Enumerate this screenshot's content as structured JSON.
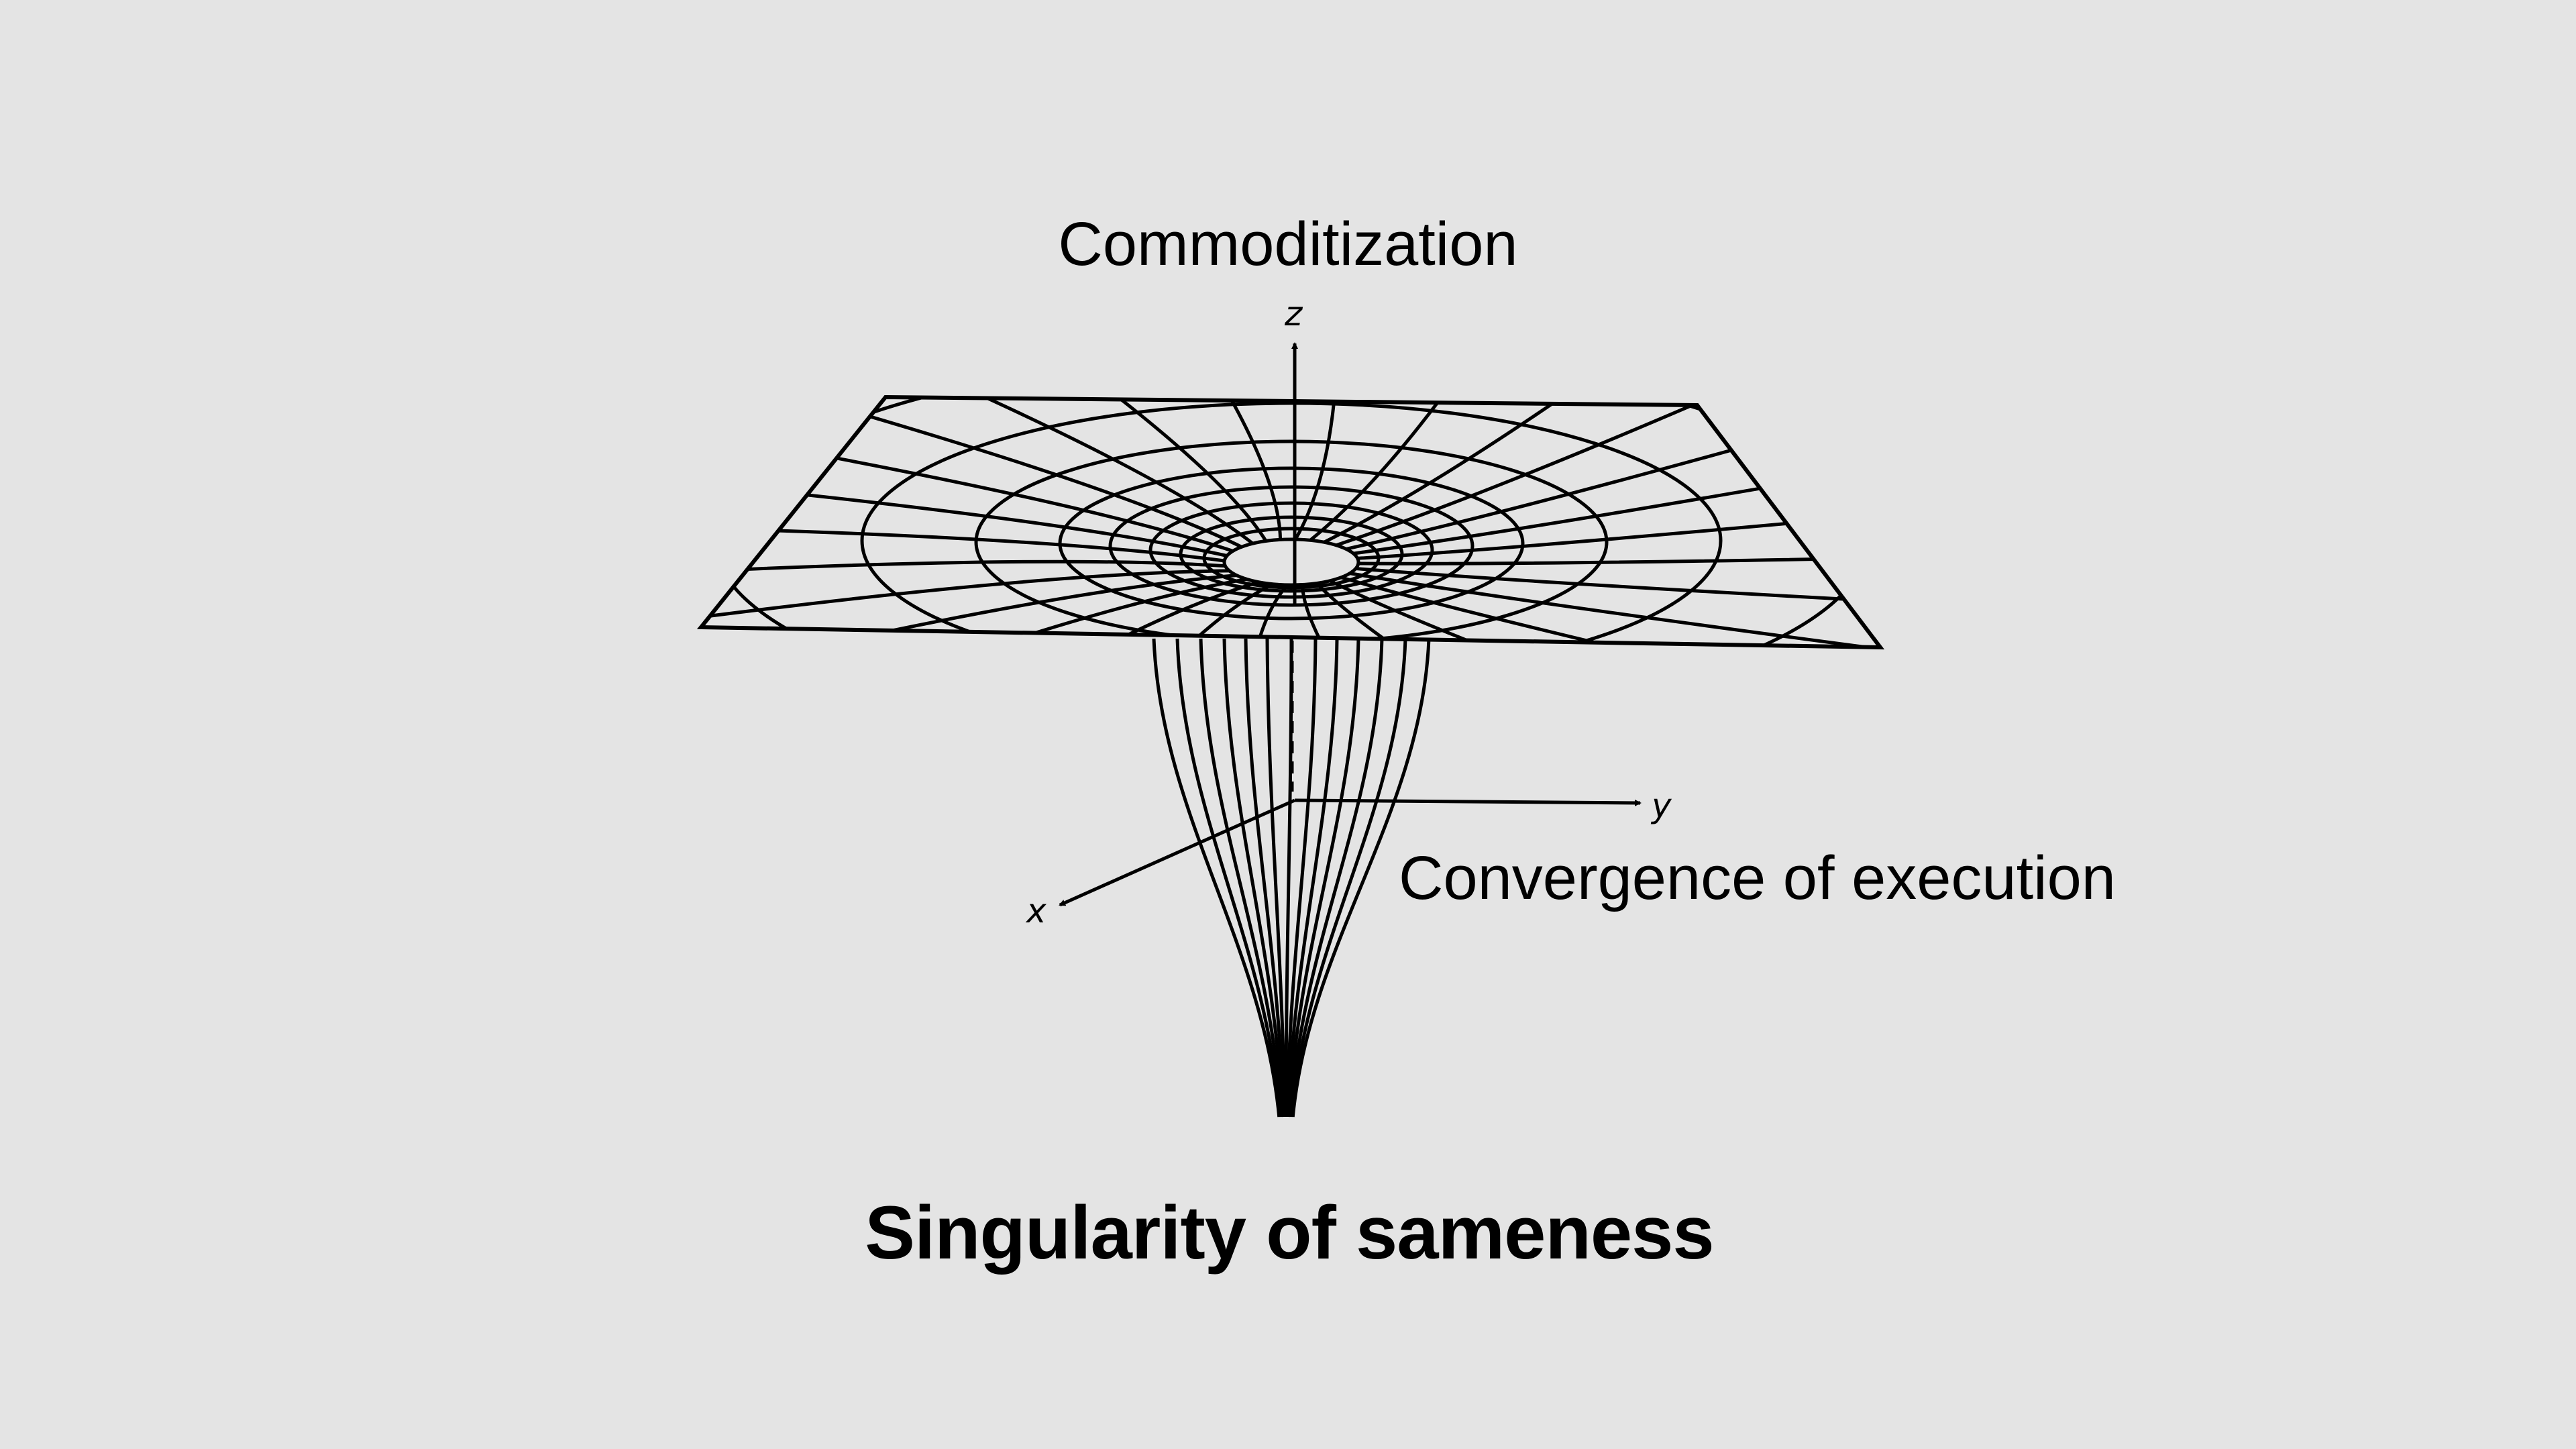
{
  "diagram": {
    "top_label": "Commoditization",
    "right_label": "Convergence of execution",
    "bottom_label": "Singularity of sameness",
    "axis_labels": {
      "z": "z",
      "y": "y",
      "x": "x"
    },
    "line_color": "#000000",
    "background_color": "#e4e4e4"
  }
}
